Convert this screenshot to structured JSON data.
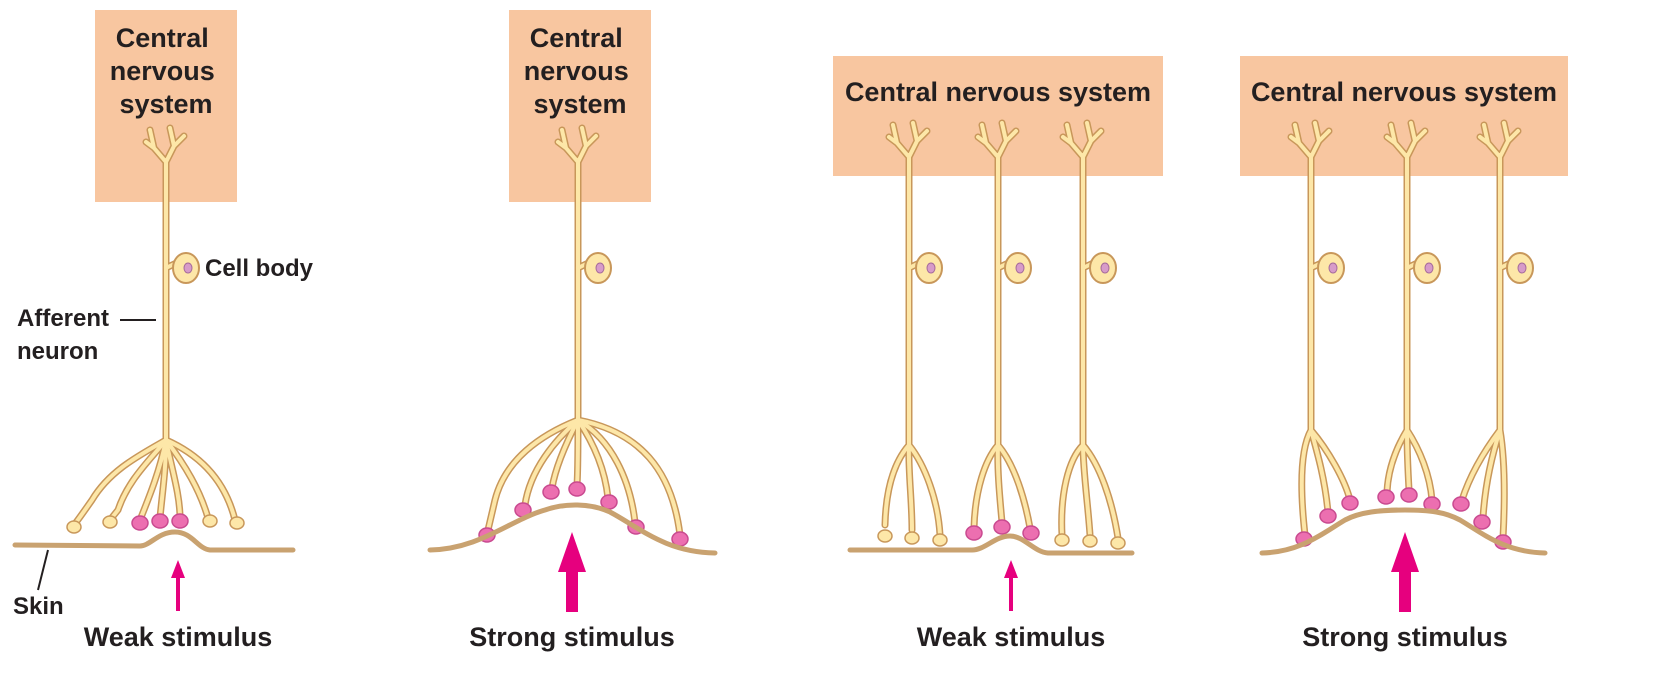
{
  "colors": {
    "cns_box": "#f8c6a0",
    "neuron_fill": "#fde7a8",
    "neuron_stroke": "#c8975a",
    "skin": "#c9a270",
    "receptor": "#ec6fb0",
    "nucleus": "#d79bc9",
    "arrow": "#e6007e",
    "text": "#231f20"
  },
  "panels": [
    {
      "cns_label_lines": [
        "Central",
        "nervous",
        "system"
      ],
      "caption": "Weak stimulus",
      "stimulus_strength": "weak",
      "neuron_count": 1
    },
    {
      "cns_label_lines": [
        "Central",
        "nervous",
        "system"
      ],
      "caption": "Strong stimulus",
      "stimulus_strength": "strong",
      "neuron_count": 1
    },
    {
      "cns_label_lines": [
        "Central nervous system"
      ],
      "caption": "Weak stimulus",
      "stimulus_strength": "weak",
      "neuron_count": 3
    },
    {
      "cns_label_lines": [
        "Central nervous system"
      ],
      "caption": "Strong stimulus",
      "stimulus_strength": "strong",
      "neuron_count": 3
    }
  ],
  "labels": {
    "cell_body": "Cell body",
    "afferent_line1": "Afferent",
    "afferent_line2": "neuron",
    "skin": "Skin"
  }
}
